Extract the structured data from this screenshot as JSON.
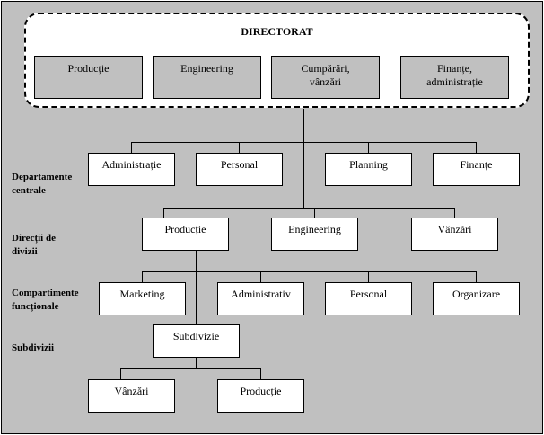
{
  "title": "DIRECTORAT",
  "directorat_units": [
    "Producție",
    "Engineering",
    "Cumpărări,\nvânzări",
    "Finanțe,\nadministrație"
  ],
  "levels": {
    "departamente": "Departamente\ncentrale",
    "directii": "Direcții de\ndivizii",
    "compartimente": "Compartimente\nfuncționale",
    "subdivizii": "Subdivizii"
  },
  "departamente_centrale": [
    "Administrație",
    "Personal",
    "Planning",
    "Finanțe"
  ],
  "directii_divizii": [
    "Producție",
    "Engineering",
    "Vânzări"
  ],
  "compartimente_functionale": [
    "Marketing",
    "Administrativ",
    "Personal",
    "Organizare"
  ],
  "subdiviziune": "Subdivizie",
  "subdivizii": [
    "Vânzări",
    "Producție"
  ]
}
